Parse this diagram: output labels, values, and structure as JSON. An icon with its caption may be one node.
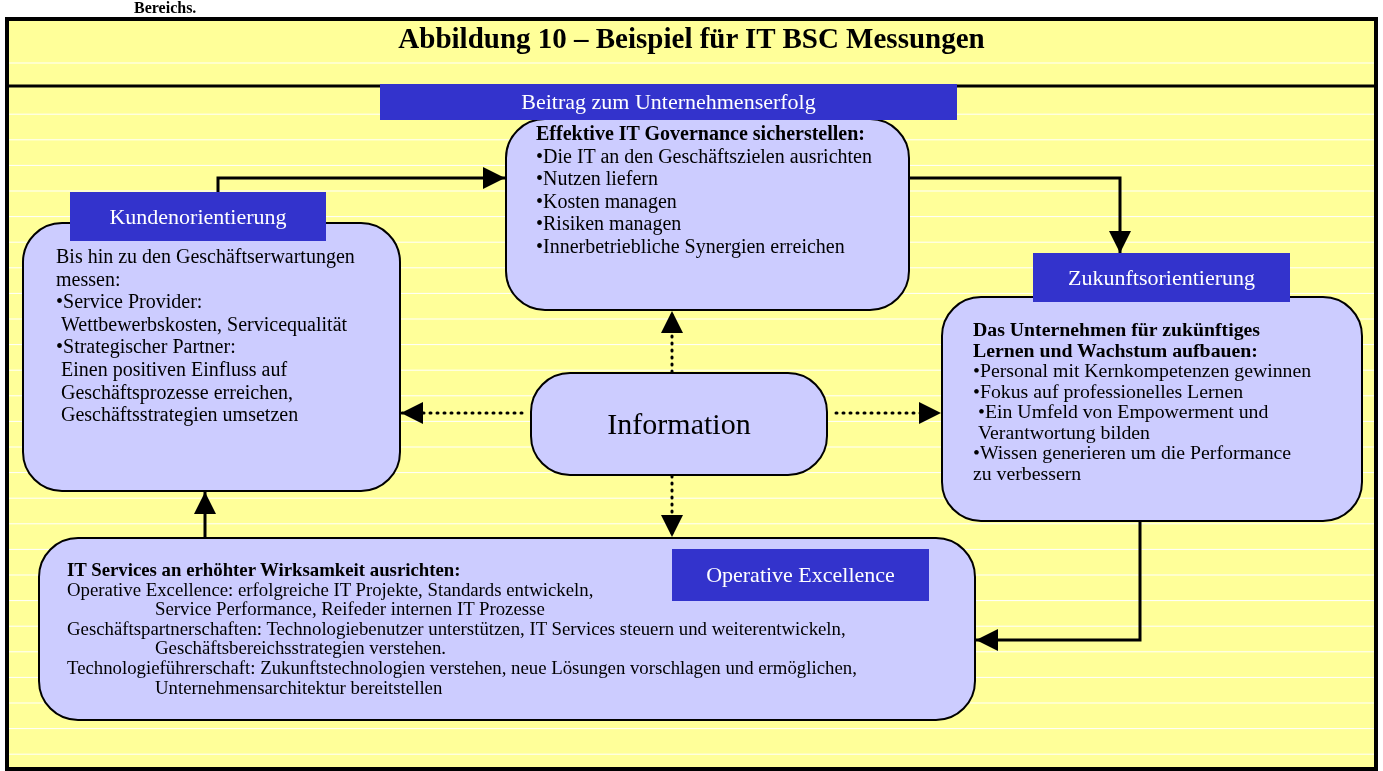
{
  "diagram": {
    "title": "Abbildung 10 – Beispiel für IT BSC Messungen",
    "nodes": [
      {
        "text": [
          "Beitrag zum Unternehmenserfolg",
          "Effektive IT Governance sicherstellen:",
          "•Die IT an den Geschäftszielen ausrichten",
          "•Nutzen liefern",
          "•Kosten managen",
          "•Risiken managen",
          "•Innerbetriebliche Synergien erreichen"
        ]
      },
      {
        "text": [
          "Kundenorientierung",
          "Bis hin zu den Geschäftserwartungen messen:",
          "•Service Provider:",
          "Wettbewerbskosten, Servicequalität",
          "•Strategischer Partner:",
          "Einen positiven Einfluss auf Geschäftsprozesse erreichen, Geschäftsstrategien umsetzen"
        ]
      },
      {
        "text": [
          "Information"
        ]
      },
      {
        "text": [
          "Zukunftsorientierung",
          "Das Unternehmen für zukünftiges Lernen und Wachstum aufbauen:",
          "•Personal mit Kernkompetenzen gewinnen",
          "•Fokus auf professionelles Lernen",
          "•Ein Umfeld von Empowerment und Verantwortung bilden",
          "•Wissen generieren um die Performance zu verbessern"
        ]
      },
      {
        "text": [
          "Operative Excellence",
          "IT Services an erhöhter Wirksamkeit ausrichten:",
          "Operative Excellence: erfolgreiche IT Projekte, Standards entwickeln, Service Performance, Reifeder internen IT Prozesse",
          "Geschäftspartnerschaften: Technologiebenutzer unterstützen, IT Services steuern und weiterentwickeln, Geschäftsbereichsstrategien verstehen.",
          "Technologieführerschaft: Zukunftstechnologien verstehen, neue Lösungen vorschlagen und ermöglichen, Unternehmensarchitektur bereitstellen"
        ]
      }
    ],
    "edges": [
      {
        "from": 1,
        "to": 0,
        "arrow": "to"
      },
      {
        "from": 0,
        "to": 3,
        "arrow": "to"
      },
      {
        "from": 3,
        "to": 4,
        "arrow": "to"
      },
      {
        "from": 4,
        "to": 1,
        "arrow": "to"
      },
      {
        "from": 2,
        "to": 0,
        "arrow": "to",
        "style": "dashed"
      },
      {
        "from": 2,
        "to": 1,
        "arrow": "to",
        "style": "dashed"
      },
      {
        "from": 2,
        "to": 3,
        "arrow": "to",
        "style": "dashed"
      },
      {
        "from": 2,
        "to": 4,
        "arrow": "to",
        "style": "dashed"
      }
    ],
    "labels": [
      "Bereichs."
    ]
  }
}
